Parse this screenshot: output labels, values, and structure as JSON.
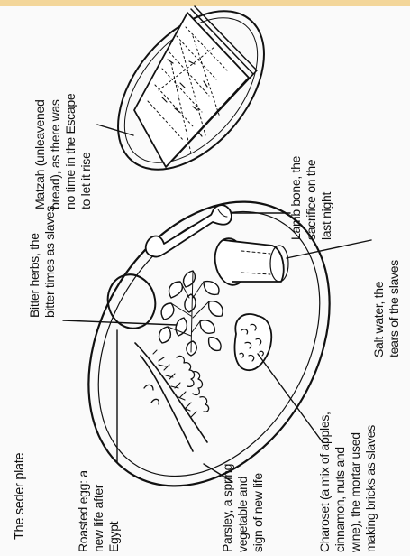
{
  "title": "The seder plate",
  "colors": {
    "top_bar": "#f3d69a",
    "ink": "#111111",
    "paper": "#fafafa"
  },
  "labels": {
    "matzah": "Matzah (unleavened\nbread), as there was\nno time in the Escape\nto let it rise",
    "lamb_bone": "Lamb bone, the\nsacrifice on the\nlast night",
    "salt_water": "Salt water, the\ntears of the slaves",
    "charoset": "Charoset (a mix of apples,\ncinnamon, nuts and\nwine), the mortar used\nmaking bricks as slaves",
    "parsley": "Parsley, a spring\nvegetable and\nsign of new life",
    "roasted_egg": "Roasted egg: a\nnew life after\nEgypt",
    "bitter_herbs": "Bitter herbs, the\nbitter times as slaves"
  }
}
